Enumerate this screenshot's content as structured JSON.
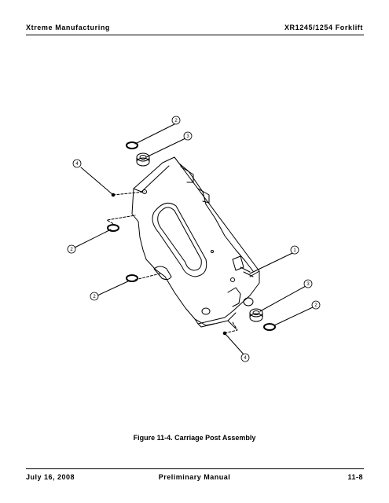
{
  "header": {
    "left": "Xtreme Manufacturing",
    "right": "XR1245/1254 Forklift"
  },
  "figure": {
    "caption": "Figure 11-4.  Carriage Post Assembly",
    "callouts": [
      {
        "id": "c2a",
        "label": "2"
      },
      {
        "id": "c3a",
        "label": "3"
      },
      {
        "id": "c4a",
        "label": "4"
      },
      {
        "id": "c2b",
        "label": "2"
      },
      {
        "id": "c1",
        "label": "1"
      },
      {
        "id": "c2c",
        "label": "2"
      },
      {
        "id": "c3b",
        "label": "3"
      },
      {
        "id": "c2d",
        "label": "2"
      },
      {
        "id": "c4b",
        "label": "4"
      }
    ]
  },
  "footer": {
    "left": "July 16, 2008",
    "center": "Preliminary Manual",
    "right": "11-8"
  }
}
